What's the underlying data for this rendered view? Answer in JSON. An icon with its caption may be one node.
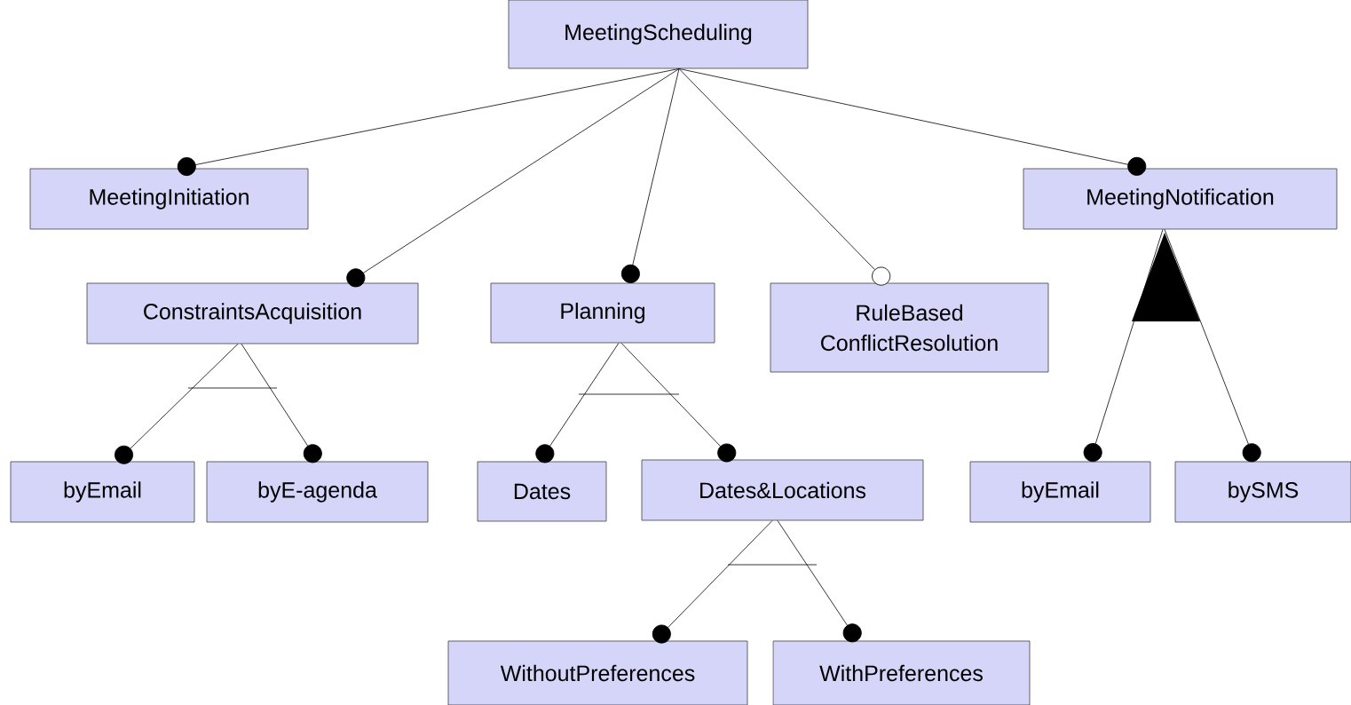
{
  "diagram": {
    "nodes": [
      {
        "text": [
          "MeetingScheduling"
        ]
      },
      {
        "text": [
          "MeetingInitiation"
        ]
      },
      {
        "text": [
          "ConstraintsAcquisition"
        ]
      },
      {
        "text": [
          "Planning"
        ]
      },
      {
        "text": [
          "RuleBased ConflictResolution"
        ]
      },
      {
        "text": [
          "MeetingNotification"
        ]
      },
      {
        "text": [
          "byEmail"
        ]
      },
      {
        "text": [
          "byE-agenda"
        ]
      },
      {
        "text": [
          "Dates"
        ]
      },
      {
        "text": [
          "Dates&Locations"
        ]
      },
      {
        "text": [
          "WithoutPreferences"
        ]
      },
      {
        "text": [
          "WithPreferences"
        ]
      },
      {
        "text": [
          "byEmail"
        ]
      },
      {
        "text": [
          "bySMS"
        ]
      }
    ],
    "edges": [
      {
        "from": 0,
        "to": 1,
        "arrow": "other"
      },
      {
        "from": 0,
        "to": 2,
        "arrow": "other"
      },
      {
        "from": 0,
        "to": 3,
        "arrow": "other"
      },
      {
        "from": 0,
        "to": 4,
        "arrow": "other"
      },
      {
        "from": 0,
        "to": 5,
        "arrow": "other"
      },
      {
        "from": 2,
        "to": 6,
        "arrow": "other"
      },
      {
        "from": 2,
        "to": 7,
        "arrow": "other"
      },
      {
        "from": 3,
        "to": 8,
        "arrow": "other"
      },
      {
        "from": 3,
        "to": 9,
        "arrow": "other"
      },
      {
        "from": 9,
        "to": 10,
        "arrow": "other"
      },
      {
        "from": 9,
        "to": 11,
        "arrow": "other"
      },
      {
        "from": 5,
        "to": 12,
        "arrow": "other"
      },
      {
        "from": 5,
        "to": 13,
        "arrow": "other"
      }
    ]
  }
}
